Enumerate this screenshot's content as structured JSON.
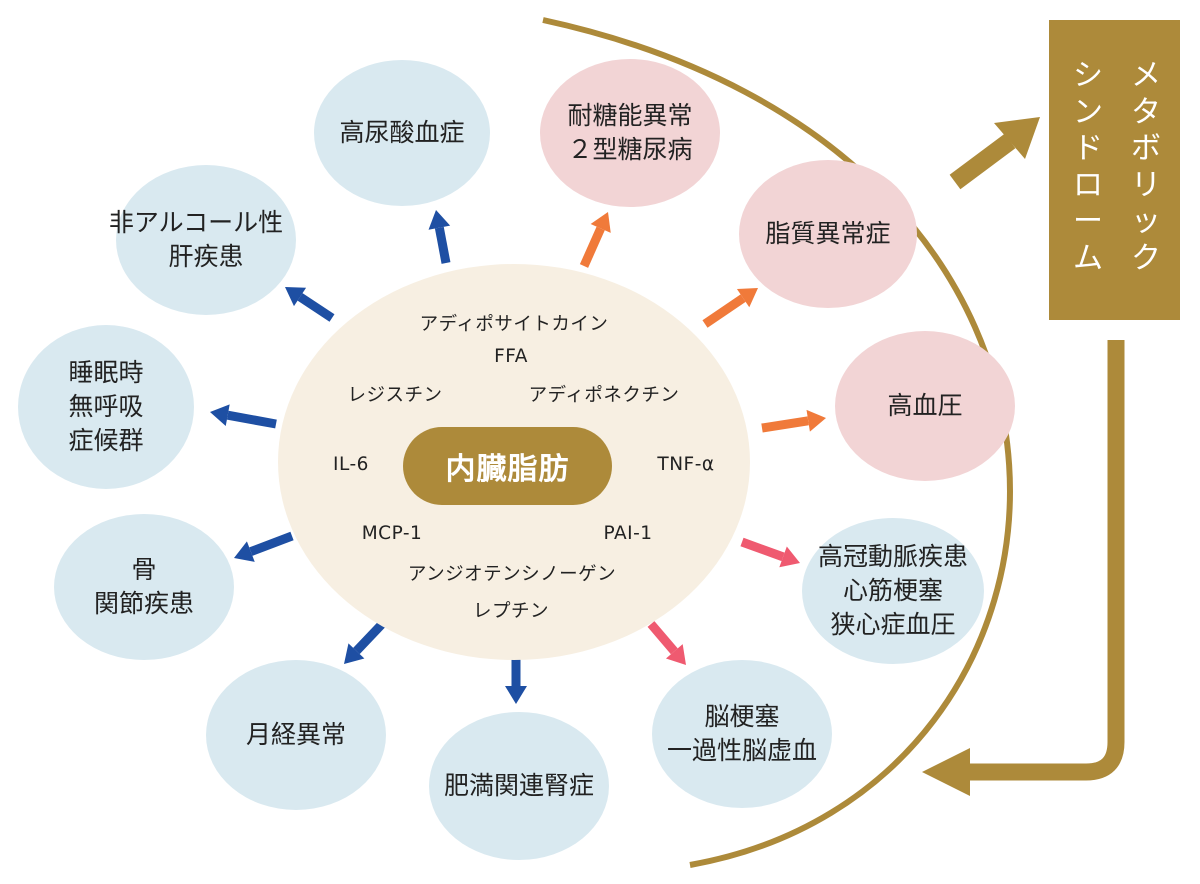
{
  "center": {
    "core_label": "内臓脂肪",
    "factors": [
      "アディポサイトカイン",
      "FFA",
      "レジスチン",
      "アディポネクチン",
      "IL-6",
      "TNF-α",
      "MCP-1",
      "PAI-1",
      "アンジオテンシノーゲン",
      "レプチン"
    ]
  },
  "diseases": [
    {
      "id": "hyperuricemia",
      "lines": [
        "高尿酸血症"
      ]
    },
    {
      "id": "nafld",
      "lines": [
        "非アルコール性",
        "肝疾患"
      ]
    },
    {
      "id": "sleep-apnea",
      "lines": [
        "睡眠時",
        "無呼吸",
        "症候群"
      ]
    },
    {
      "id": "bone-joint",
      "lines": [
        "骨",
        "関節疾患"
      ]
    },
    {
      "id": "menstrual",
      "lines": [
        "月経異常"
      ]
    },
    {
      "id": "kidney",
      "lines": [
        "肥満関連腎症"
      ]
    },
    {
      "id": "stroke",
      "lines": [
        "脳梗塞",
        "一過性脳虚血"
      ]
    },
    {
      "id": "coronary",
      "lines": [
        "高冠動脈疾患",
        "心筋梗塞",
        "狭心症血圧"
      ]
    },
    {
      "id": "hypertension",
      "lines": [
        "高血圧"
      ]
    },
    {
      "id": "dyslipidemia",
      "lines": [
        "脂質異常症"
      ]
    },
    {
      "id": "glucose",
      "lines": [
        "耐糖能異常",
        "２型糖尿病"
      ]
    }
  ],
  "syndrome": {
    "columns": [
      "メタボリック",
      "シンドローム"
    ]
  },
  "colors": {
    "blue_arrow": "#1e4fa3",
    "orange_arrow": "#f07a3a",
    "red_arrow": "#ef5a70",
    "gold": "#ad8a3a",
    "blue_bubble": "#d9e9f0",
    "pink_bubble": "#f2d4d5",
    "center_fill": "#f7efe2"
  }
}
